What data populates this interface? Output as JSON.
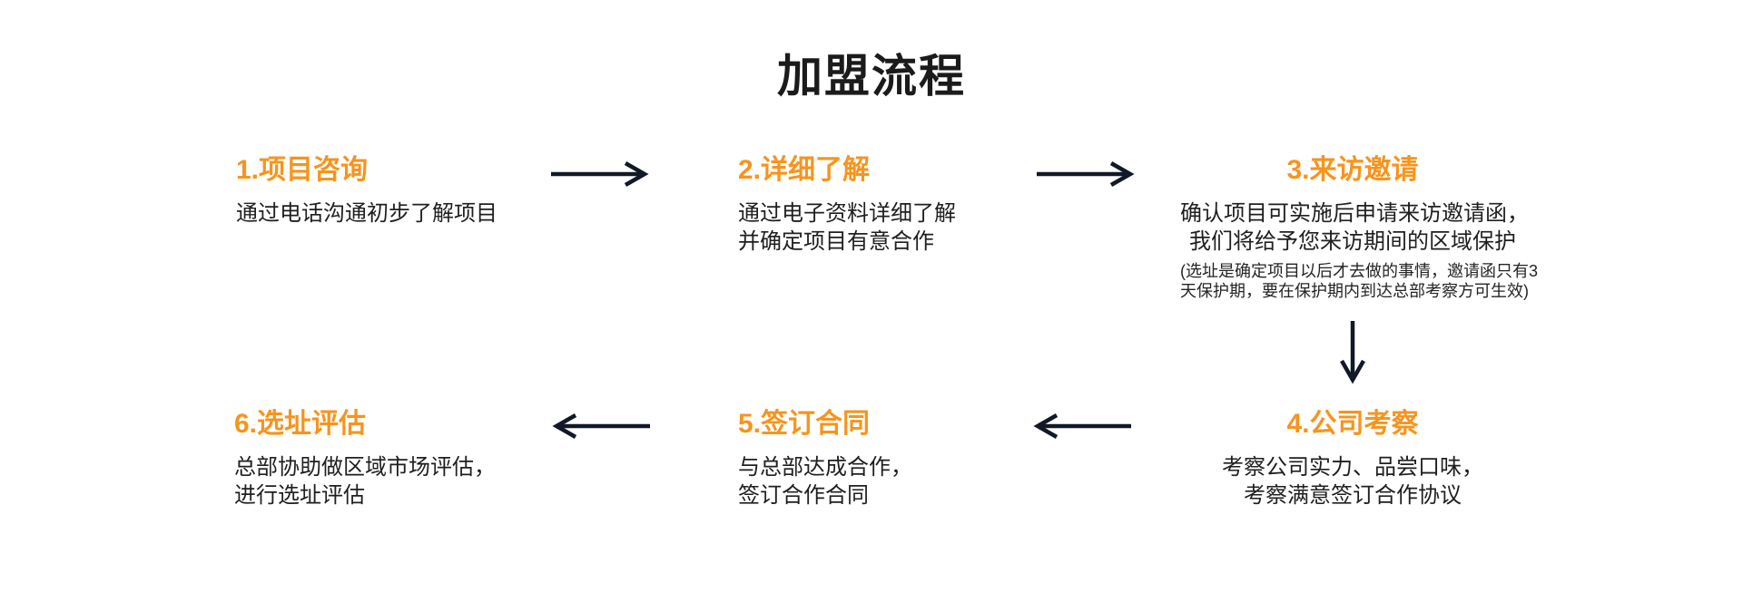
{
  "header": {
    "title": "加盟流程"
  },
  "colors": {
    "background": "#ffffff",
    "accent_orange": "#f7941d",
    "title_black": "#1b1b1b",
    "body_text": "#1f1f1f",
    "arrow_dark": "#111827"
  },
  "flow": {
    "steps": [
      {
        "id": 1,
        "title": "1.项目咨询",
        "description_lines": [
          "通过电话沟通初步了解项目"
        ]
      },
      {
        "id": 2,
        "title": "2.详细了解",
        "description_lines": [
          "通过电子资料详细了解",
          "并确定项目有意合作"
        ]
      },
      {
        "id": 3,
        "title": "3.来访邀请",
        "description_lines": [
          "确认项目可实施后申请来访邀请函，",
          "我们将给予您来访期间的区域保护"
        ],
        "note_lines": [
          "(选址是确定项目以后才去做的事情，邀请函只有3",
          "天保护期，要在保护期内到达总部考察方可生效)"
        ]
      },
      {
        "id": 4,
        "title": "4.公司考察",
        "description_lines": [
          "考察公司实力、品尝口味，",
          "考察满意签订合作协议"
        ]
      },
      {
        "id": 5,
        "title": "5.签订合同",
        "description_lines": [
          "与总部达成合作，",
          "签订合作合同"
        ]
      },
      {
        "id": 6,
        "title": "6.选址评估",
        "description_lines": [
          "总部协助做区域市场评估，",
          "进行选址评估"
        ]
      }
    ],
    "connectors": [
      {
        "from": 1,
        "to": 2,
        "direction": "right",
        "icon": "arrow-right-icon"
      },
      {
        "from": 2,
        "to": 3,
        "direction": "right",
        "icon": "arrow-right-icon"
      },
      {
        "from": 3,
        "to": 4,
        "direction": "down",
        "icon": "arrow-down-icon"
      },
      {
        "from": 4,
        "to": 5,
        "direction": "left",
        "icon": "arrow-left-icon"
      },
      {
        "from": 5,
        "to": 6,
        "direction": "left",
        "icon": "arrow-left-icon"
      }
    ]
  }
}
